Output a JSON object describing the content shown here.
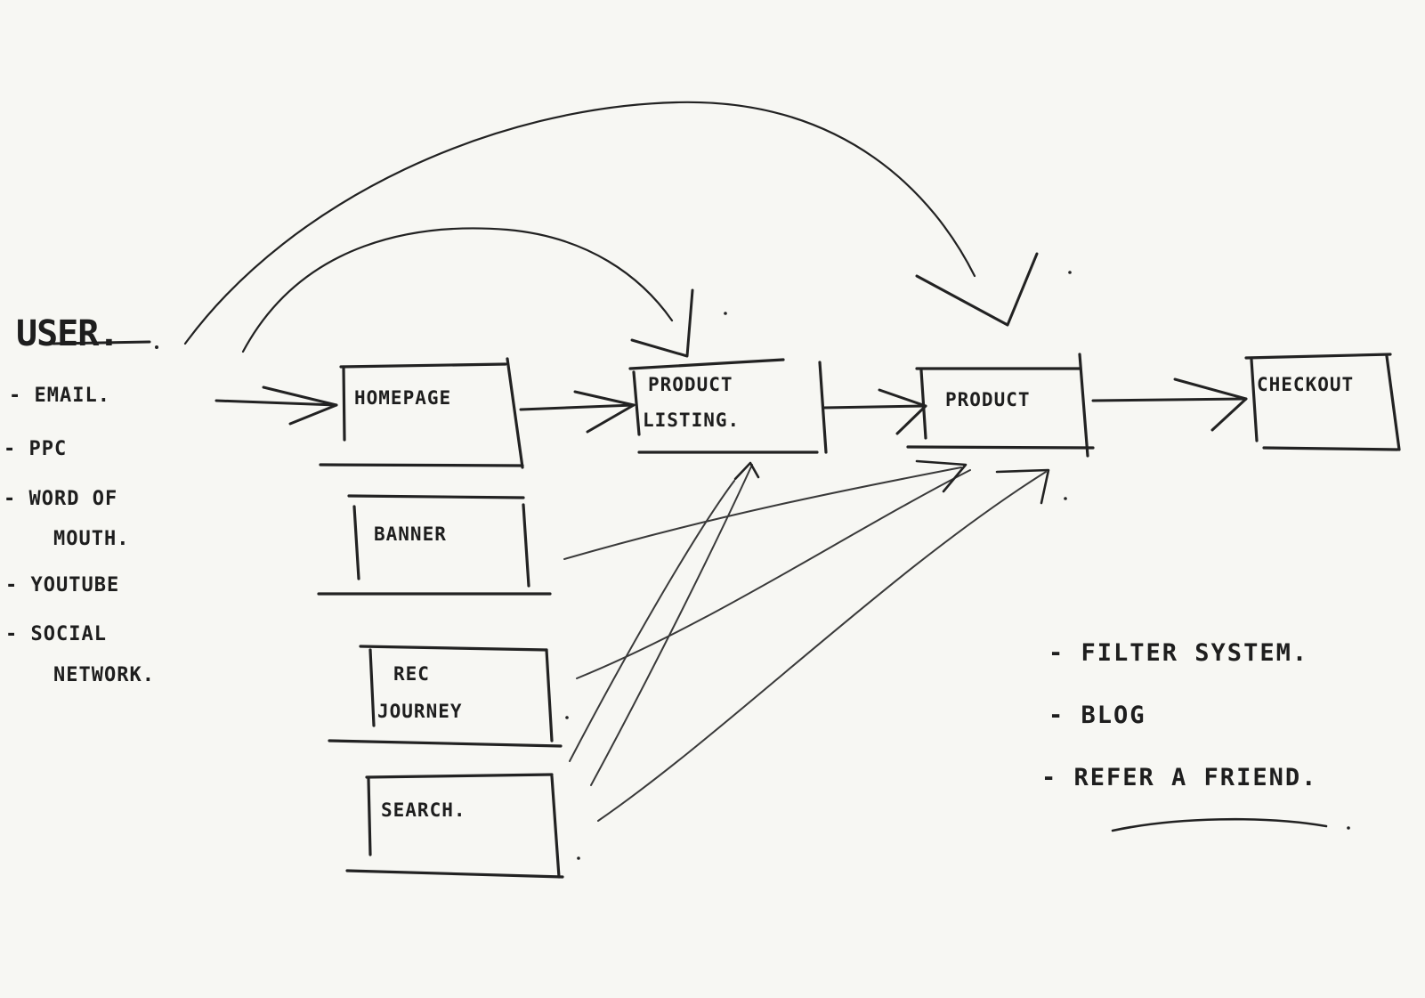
{
  "user_title": "USER.",
  "sources": [
    "- EMAIL.",
    "- PPC",
    "- WORD OF",
    "MOUTH.",
    "- YOUTUBE",
    "- SOCIAL",
    "NETWORK."
  ],
  "entry_nodes": {
    "homepage": "HOMEPAGE",
    "banner": "BANNER",
    "rec_journey_line1": "REC",
    "rec_journey_line2": "JOURNEY",
    "search": "SEARCH."
  },
  "flow_nodes": {
    "product_listing_line1": "PRODUCT",
    "product_listing_line2": "LISTING.",
    "product": "PRODUCT",
    "checkout": "CHECKOUT"
  },
  "notes": [
    "- FILTER SYSTEM.",
    "- BLOG",
    "- REFER A FRIEND."
  ]
}
